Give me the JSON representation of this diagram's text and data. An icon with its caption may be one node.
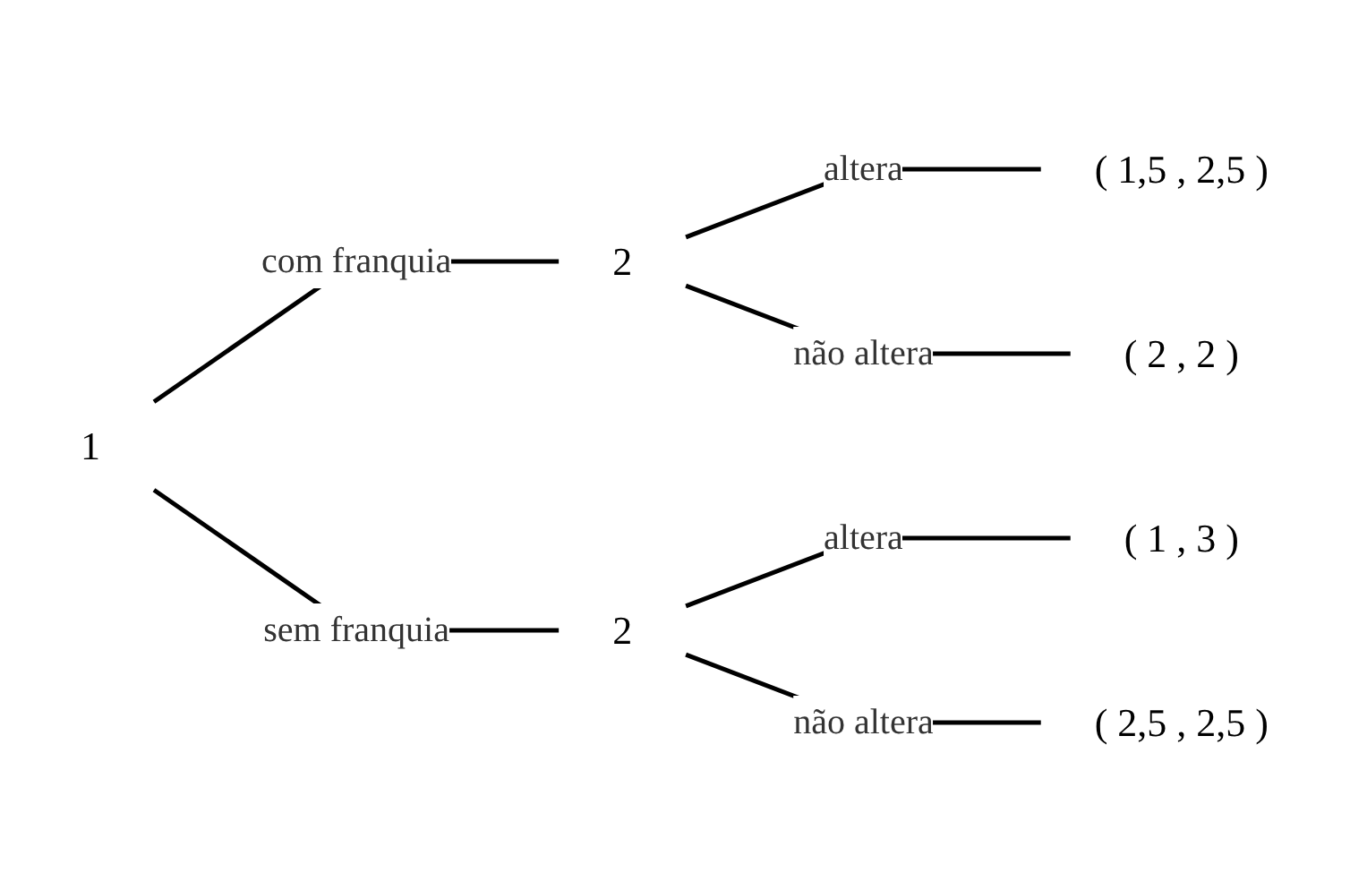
{
  "diagram": {
    "nodes": [
      {
        "text": [
          "1"
        ]
      },
      {
        "text": [
          "2"
        ]
      },
      {
        "text": [
          "2"
        ]
      },
      {
        "text": [
          "( 1,5 , 2,5 )"
        ]
      },
      {
        "text": [
          "( 2 , 2 )"
        ]
      },
      {
        "text": [
          "( 1 , 3 )"
        ]
      },
      {
        "text": [
          "( 2,5 , 2,5 )"
        ]
      }
    ],
    "edges": [
      {
        "from": 0,
        "to": 1,
        "arrow": "none",
        "label": "com franquia"
      },
      {
        "from": 0,
        "to": 2,
        "arrow": "none",
        "label": "sem franquia"
      },
      {
        "from": 1,
        "to": 3,
        "arrow": "none",
        "label": "altera"
      },
      {
        "from": 1,
        "to": 4,
        "arrow": "none",
        "label": "não altera"
      },
      {
        "from": 2,
        "to": 5,
        "arrow": "none",
        "label": "altera"
      },
      {
        "from": 2,
        "to": 6,
        "arrow": "none",
        "label": "não altera"
      }
    ]
  }
}
